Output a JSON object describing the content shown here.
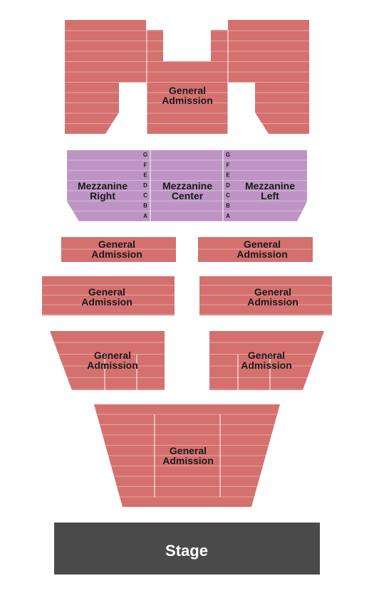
{
  "colors": {
    "general_admission": "#d4706e",
    "mezzanine": "#bd94c4",
    "stage": "#4a4a4a",
    "background": "#ffffff"
  },
  "balcony": {
    "label_line1": "General",
    "label_line2": "Admission"
  },
  "mezzanine": {
    "rows": [
      "G",
      "F",
      "E",
      "D",
      "C",
      "B",
      "A"
    ],
    "right": {
      "line1": "Mezzanine",
      "line2": "Right"
    },
    "center": {
      "line1": "Mezzanine",
      "line2": "Center"
    },
    "left": {
      "line1": "Mezzanine",
      "line2": "Left"
    }
  },
  "floor": {
    "box_left": {
      "line1": "General",
      "line2": "Admission"
    },
    "box_right": {
      "line1": "General",
      "line2": "Admission"
    },
    "mid_left": {
      "line1": "General",
      "line2": "Admission"
    },
    "mid_right": {
      "line1": "General",
      "line2": "Admission"
    },
    "lower_left": {
      "line1": "General",
      "line2": "Admission"
    },
    "lower_right": {
      "line1": "General",
      "line2": "Admission"
    },
    "orchestra": {
      "line1": "General",
      "line2": "Admission"
    }
  },
  "stage": {
    "label": "Stage"
  }
}
